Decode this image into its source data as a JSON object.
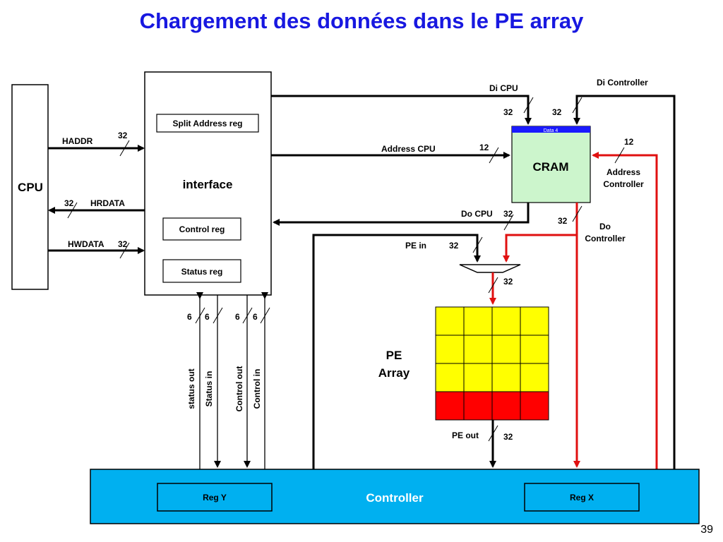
{
  "title": "Chargement des données dans le PE array",
  "page_number": "39",
  "blocks": {
    "cpu": "CPU",
    "interface": "interface",
    "split_address_reg": "Split Address reg",
    "control_reg": "Control reg",
    "status_reg": "Status reg",
    "cram": "CRAM",
    "cram_header": "Data 4",
    "pe_array_line1": "PE",
    "pe_array_line2": "Array",
    "controller": "Controller",
    "reg_y": "Reg Y",
    "reg_x": "Reg X"
  },
  "signals": {
    "haddr": "HADDR",
    "haddr_width": "32",
    "hrdata": "HRDATA",
    "hrdata_width": "32",
    "hwdata": "HWDATA",
    "hwdata_width": "32",
    "di_cpu": "Di CPU",
    "di_cpu_width": "32",
    "di_controller": "Di Controller",
    "di_controller_width": "32",
    "address_cpu": "Address CPU",
    "address_cpu_width": "12",
    "address_controller_line1": "Address",
    "address_controller_line2": "Controller",
    "address_controller_width": "12",
    "do_cpu": "Do CPU",
    "do_cpu_width": "32",
    "do_controller_line1": "Do",
    "do_controller_line2": "Controller",
    "do_controller_width": "32",
    "pe_in": "PE in",
    "pe_in_width": "32",
    "mux_out_width": "32",
    "pe_out": "PE out",
    "pe_out_width": "32",
    "status_out": "status out",
    "status_out_width": "6",
    "status_in": "Status in",
    "status_in_width": "6",
    "control_out": "Control out",
    "control_out_width": "6",
    "control_in": "Control in",
    "control_in_width": "6"
  },
  "colors": {
    "title": "#1818e0",
    "cram_fill": "#ccf5cc",
    "cram_header": "#1a1aff",
    "pe_cell_yellow": "#ffff00",
    "pe_cell_red": "#ff0000",
    "controller_fill": "#00b0f0",
    "controller_text": "#ffffff",
    "controller_path": "#e01010",
    "bus": "#000000"
  }
}
